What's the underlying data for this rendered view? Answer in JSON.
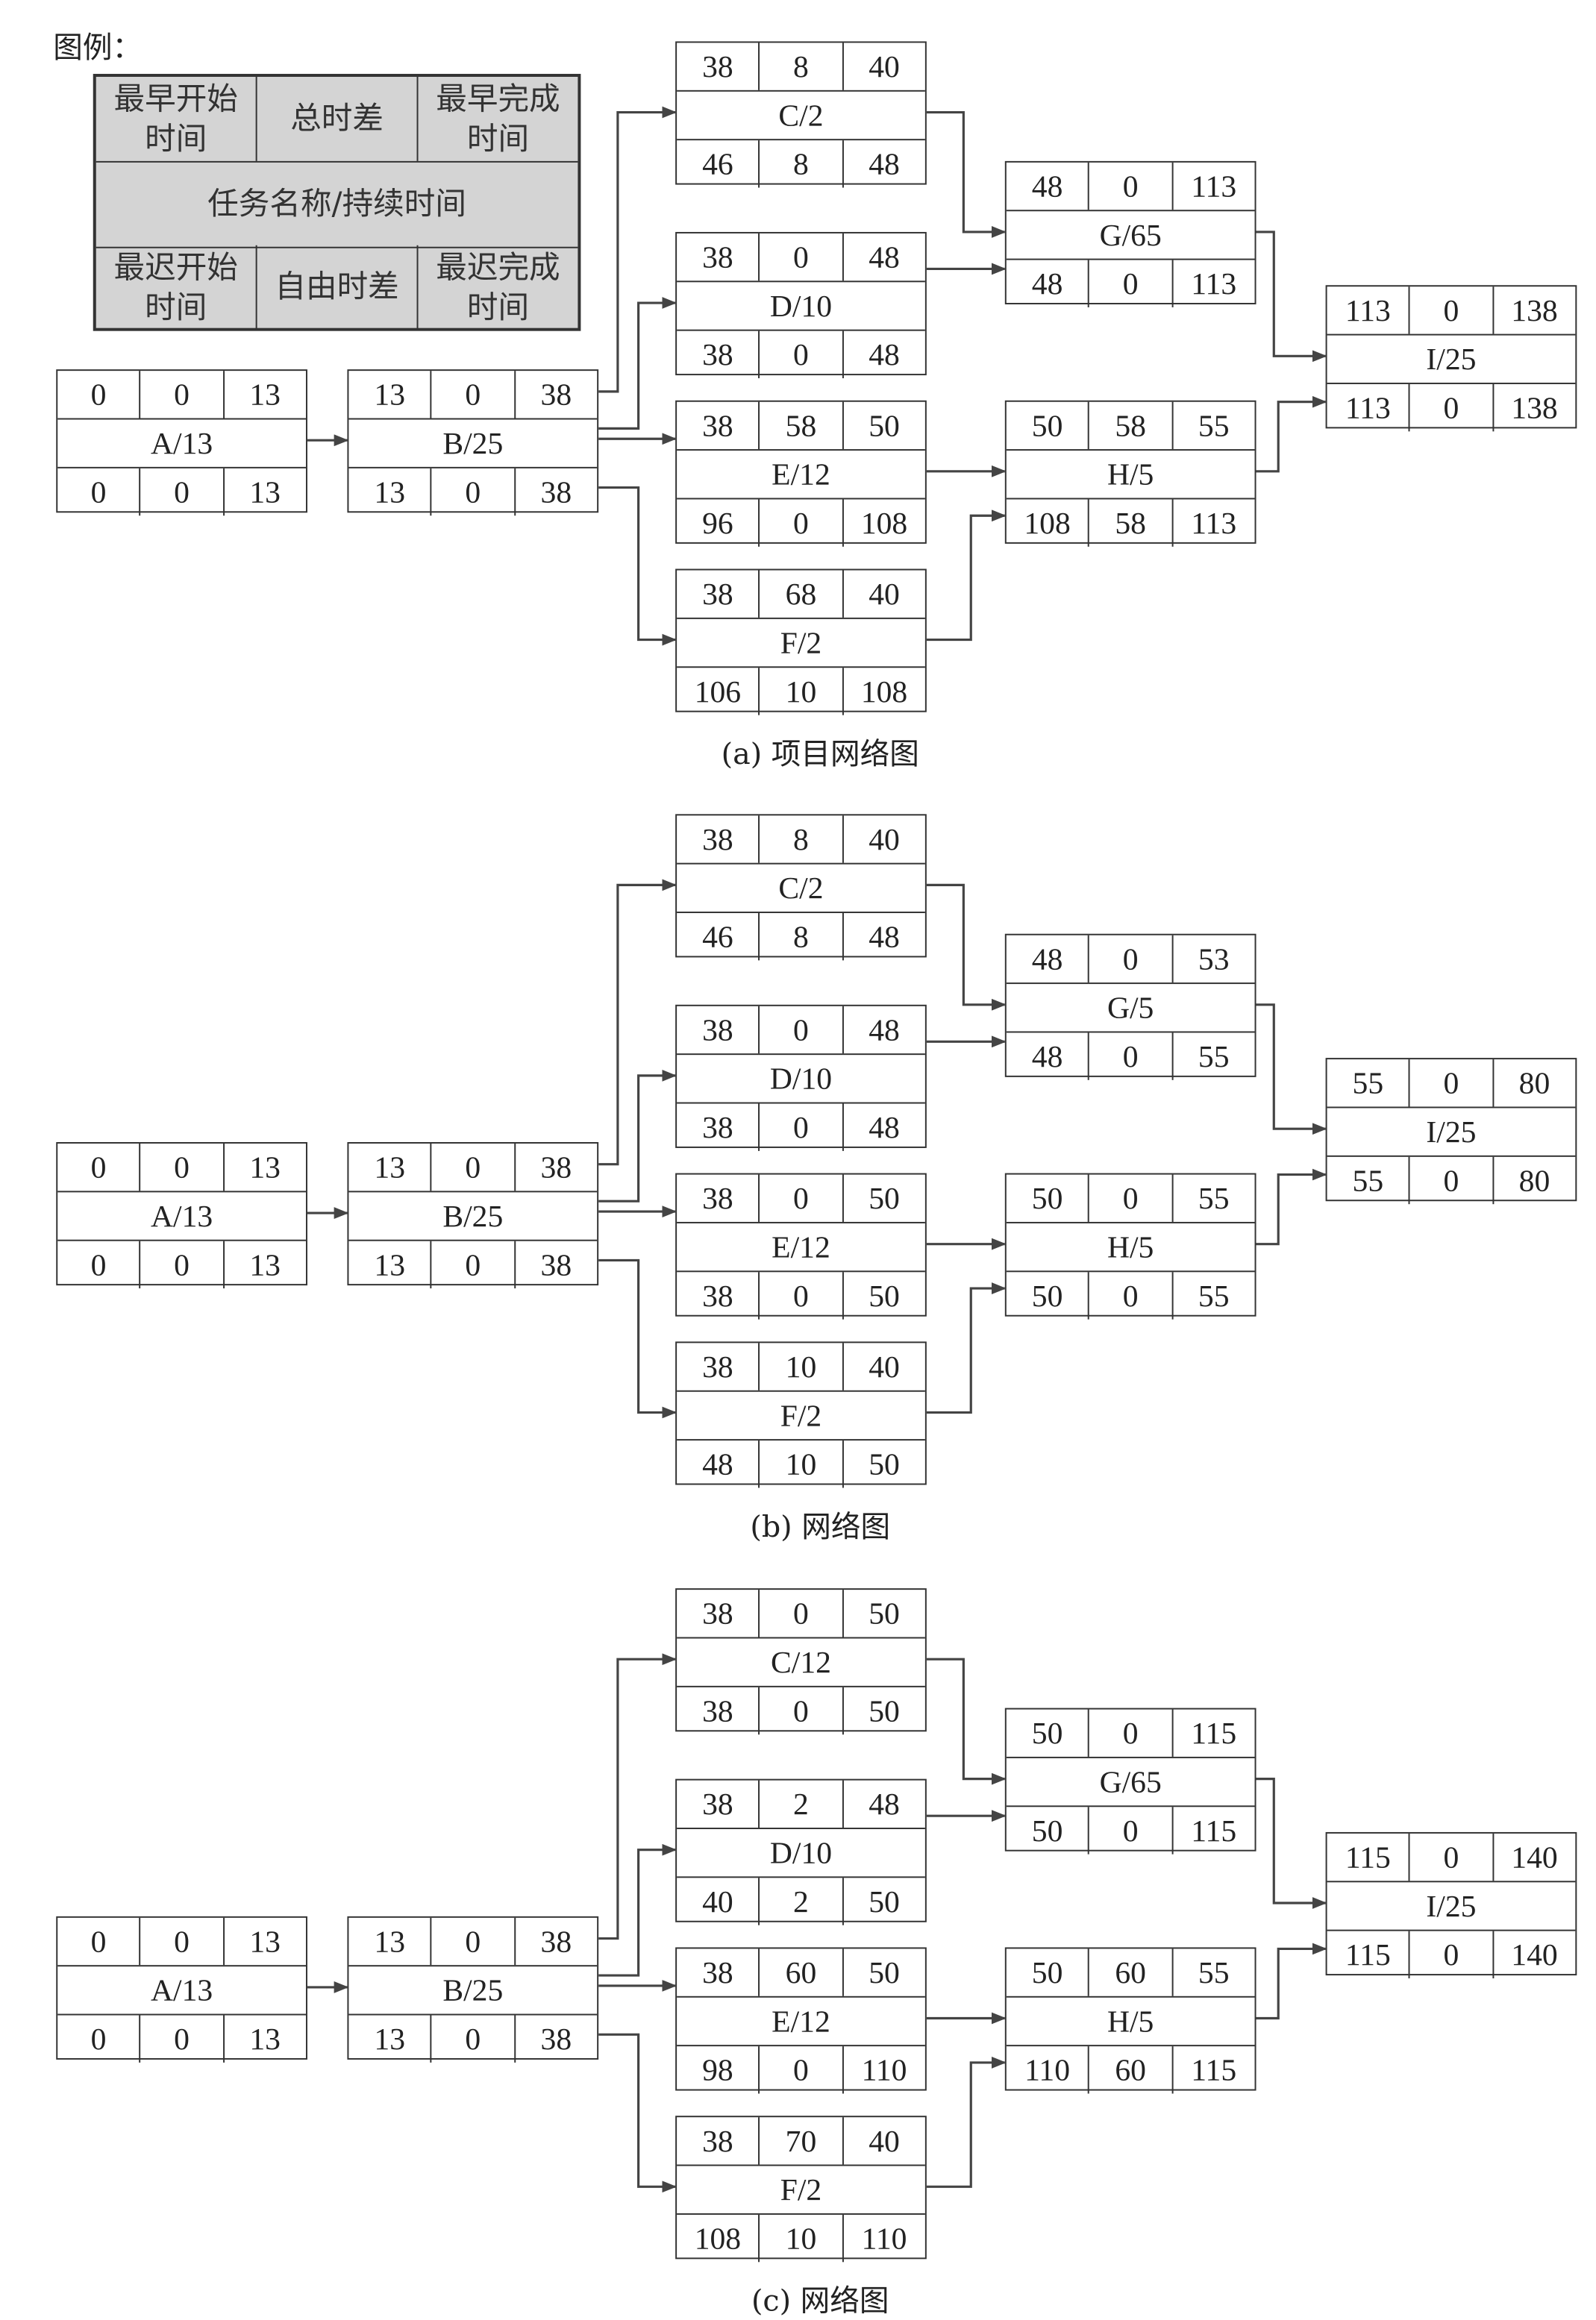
{
  "legend": {
    "title": "图例：",
    "earliest_start": "最早开始时间",
    "total_float": "总时差",
    "earliest_finish": "最早完成时间",
    "task_name_duration": "任务名称/持续时间",
    "latest_start": "最迟开始时间",
    "free_float": "自由时差",
    "latest_finish": "最迟完成时间"
  },
  "diagrams": [
    {
      "caption": "(a) 项目网络图",
      "nodes": [
        {
          "id": "A",
          "label": "A/13",
          "top": [
            "0",
            "0",
            "13"
          ],
          "bottom": [
            "0",
            "0",
            "13"
          ]
        },
        {
          "id": "B",
          "label": "B/25",
          "top": [
            "13",
            "0",
            "38"
          ],
          "bottom": [
            "13",
            "0",
            "38"
          ]
        },
        {
          "id": "C",
          "label": "C/2",
          "top": [
            "38",
            "8",
            "40"
          ],
          "bottom": [
            "46",
            "8",
            "48"
          ]
        },
        {
          "id": "D",
          "label": "D/10",
          "top": [
            "38",
            "0",
            "48"
          ],
          "bottom": [
            "38",
            "0",
            "48"
          ]
        },
        {
          "id": "E",
          "label": "E/12",
          "top": [
            "38",
            "58",
            "50"
          ],
          "bottom": [
            "96",
            "0",
            "108"
          ]
        },
        {
          "id": "F",
          "label": "F/2",
          "top": [
            "38",
            "68",
            "40"
          ],
          "bottom": [
            "106",
            "10",
            "108"
          ]
        },
        {
          "id": "G",
          "label": "G/65",
          "top": [
            "48",
            "0",
            "113"
          ],
          "bottom": [
            "48",
            "0",
            "113"
          ]
        },
        {
          "id": "H",
          "label": "H/5",
          "top": [
            "50",
            "58",
            "55"
          ],
          "bottom": [
            "108",
            "58",
            "113"
          ]
        },
        {
          "id": "I",
          "label": "I/25",
          "top": [
            "113",
            "0",
            "138"
          ],
          "bottom": [
            "113",
            "0",
            "138"
          ]
        }
      ]
    },
    {
      "caption": "(b) 网络图",
      "nodes": [
        {
          "id": "A",
          "label": "A/13",
          "top": [
            "0",
            "0",
            "13"
          ],
          "bottom": [
            "0",
            "0",
            "13"
          ]
        },
        {
          "id": "B",
          "label": "B/25",
          "top": [
            "13",
            "0",
            "38"
          ],
          "bottom": [
            "13",
            "0",
            "38"
          ]
        },
        {
          "id": "C",
          "label": "C/2",
          "top": [
            "38",
            "8",
            "40"
          ],
          "bottom": [
            "46",
            "8",
            "48"
          ]
        },
        {
          "id": "D",
          "label": "D/10",
          "top": [
            "38",
            "0",
            "48"
          ],
          "bottom": [
            "38",
            "0",
            "48"
          ]
        },
        {
          "id": "E",
          "label": "E/12",
          "top": [
            "38",
            "0",
            "50"
          ],
          "bottom": [
            "38",
            "0",
            "50"
          ]
        },
        {
          "id": "F",
          "label": "F/2",
          "top": [
            "38",
            "10",
            "40"
          ],
          "bottom": [
            "48",
            "10",
            "50"
          ]
        },
        {
          "id": "G",
          "label": "G/5",
          "top": [
            "48",
            "0",
            "53"
          ],
          "bottom": [
            "48",
            "0",
            "55"
          ]
        },
        {
          "id": "H",
          "label": "H/5",
          "top": [
            "50",
            "0",
            "55"
          ],
          "bottom": [
            "50",
            "0",
            "55"
          ]
        },
        {
          "id": "I",
          "label": "I/25",
          "top": [
            "55",
            "0",
            "80"
          ],
          "bottom": [
            "55",
            "0",
            "80"
          ]
        }
      ]
    },
    {
      "caption": "(c) 网络图",
      "nodes": [
        {
          "id": "A",
          "label": "A/13",
          "top": [
            "0",
            "0",
            "13"
          ],
          "bottom": [
            "0",
            "0",
            "13"
          ]
        },
        {
          "id": "B",
          "label": "B/25",
          "top": [
            "13",
            "0",
            "38"
          ],
          "bottom": [
            "13",
            "0",
            "38"
          ]
        },
        {
          "id": "C",
          "label": "C/12",
          "top": [
            "38",
            "0",
            "50"
          ],
          "bottom": [
            "38",
            "0",
            "50"
          ]
        },
        {
          "id": "D",
          "label": "D/10",
          "top": [
            "38",
            "2",
            "48"
          ],
          "bottom": [
            "40",
            "2",
            "50"
          ]
        },
        {
          "id": "E",
          "label": "E/12",
          "top": [
            "38",
            "60",
            "50"
          ],
          "bottom": [
            "98",
            "0",
            "110"
          ]
        },
        {
          "id": "F",
          "label": "F/2",
          "top": [
            "38",
            "70",
            "40"
          ],
          "bottom": [
            "108",
            "10",
            "110"
          ]
        },
        {
          "id": "G",
          "label": "G/65",
          "top": [
            "50",
            "0",
            "115"
          ],
          "bottom": [
            "50",
            "0",
            "115"
          ]
        },
        {
          "id": "H",
          "label": "H/5",
          "top": [
            "50",
            "60",
            "55"
          ],
          "bottom": [
            "110",
            "60",
            "115"
          ]
        },
        {
          "id": "I",
          "label": "I/25",
          "top": [
            "115",
            "0",
            "140"
          ],
          "bottom": [
            "115",
            "0",
            "140"
          ]
        }
      ]
    }
  ],
  "edges": [
    [
      "A",
      "B"
    ],
    [
      "B",
      "C"
    ],
    [
      "B",
      "D"
    ],
    [
      "B",
      "E"
    ],
    [
      "B",
      "F"
    ],
    [
      "C",
      "G"
    ],
    [
      "D",
      "G"
    ],
    [
      "E",
      "H"
    ],
    [
      "F",
      "H"
    ],
    [
      "G",
      "I"
    ],
    [
      "H",
      "I"
    ]
  ]
}
